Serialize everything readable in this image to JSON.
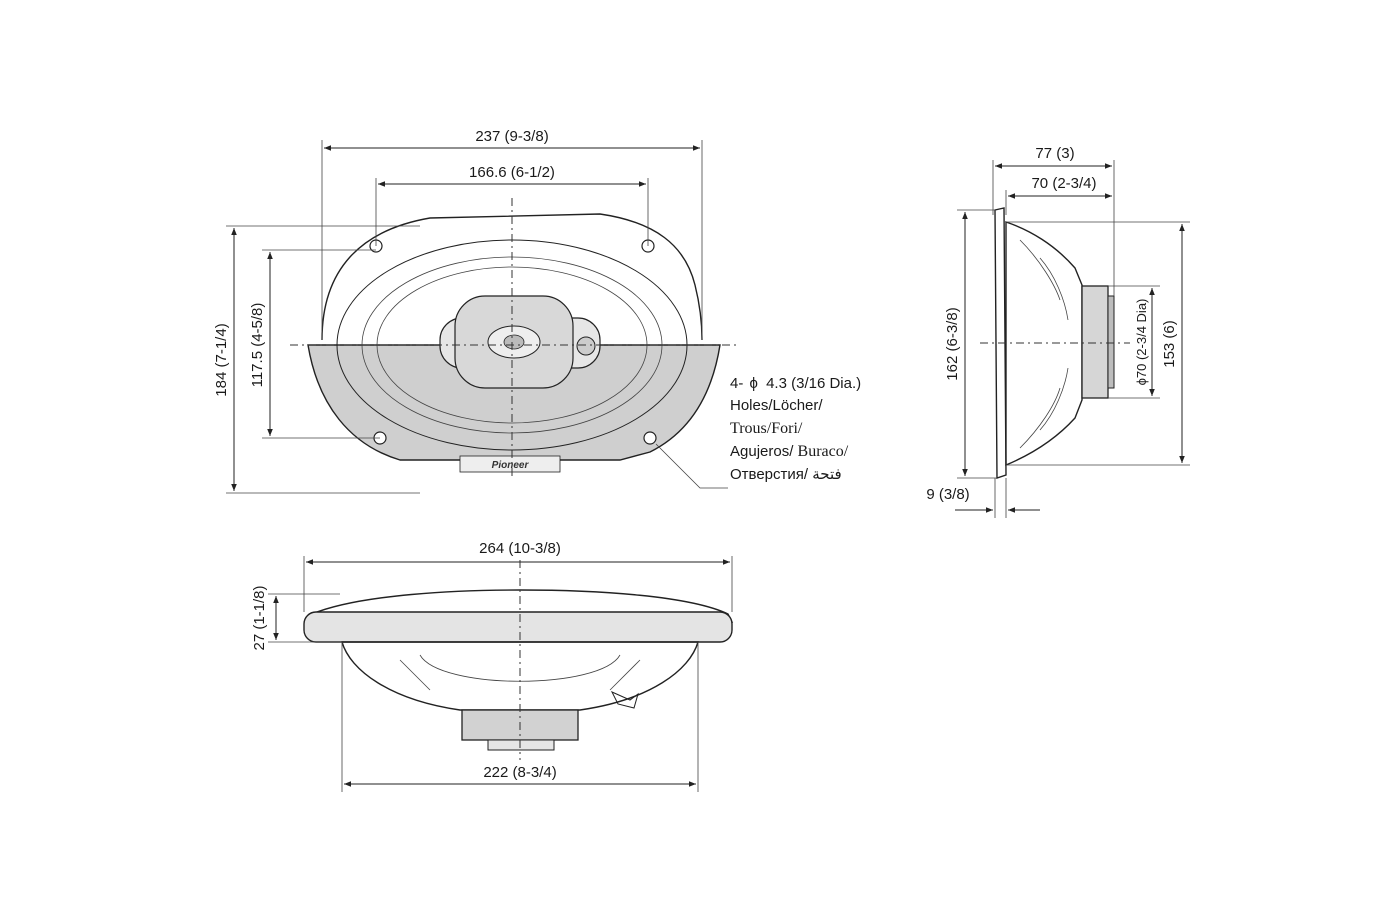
{
  "front_view": {
    "width_overall": "237 (9-3/8)",
    "hole_spacing_horizontal": "166.6 (6-1/2)",
    "height_overall": "184 (7-1/4)",
    "hole_spacing_vertical": "117.5 (4-5/8)",
    "brand_logo": "Pioneer"
  },
  "holes_note": {
    "line1_prefix": "4-",
    "line1_symbol": "ϕ",
    "line1_value": "4.3 (3/16 Dia.)",
    "line2": "Holes/Löcher/",
    "line3": "Trous/Fori/",
    "line4_a": "Agujeros/",
    "line4_b": "Buraco/",
    "line5_a": "Отверстия/",
    "line5_b": "فتحة"
  },
  "side_view": {
    "depth_overall": "77 (3)",
    "depth_mounting": "70 (2-3/4)",
    "height_flange": "162 (6-3/8)",
    "magnet_diameter": "ϕ70 (2-3/4 Dia)",
    "height_basket": "153 (6)",
    "flange_thickness": "9 (3/8)"
  },
  "bottom_view": {
    "width_overall": "264 (10-3/8)",
    "height_top": "27 (1-1/8)",
    "width_basket": "222 (8-3/4)"
  },
  "colors": {
    "line": "#222222",
    "shade": "#cfcfcf",
    "background": "#ffffff"
  }
}
